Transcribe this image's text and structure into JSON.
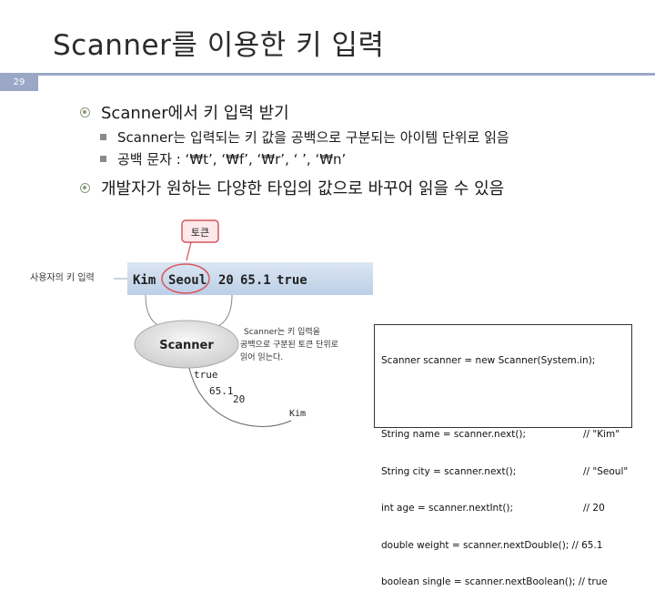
{
  "slide": {
    "title": "Scanner를 이용한 키 입력",
    "page_number": "29",
    "accent_color": "#9aa7c7"
  },
  "bullets": [
    {
      "text": "Scanner에서 키 입력 받기",
      "sub": [
        "Scanner는 입력되는 키 값을 공백으로 구분되는 아이템 단위로 읽음",
        "공백 문자 : ‘₩t’, ‘₩f’, ‘₩r’, ‘ ’, ‘₩n’"
      ]
    },
    {
      "text": "개발자가 원하는 다양한 타입의 값으로 바꾸어 읽을 수 있음",
      "sub": []
    }
  ],
  "diagram": {
    "token_label": "토큰",
    "user_input_label": "사용자의 키 입력",
    "input_tokens": [
      "Kim",
      "Seoul",
      "20",
      "65.1",
      "true"
    ],
    "scanner_label": "Scanner",
    "scanner_note": [
      "Scanner는 키 입력을",
      "공백으로 구분된 토큰 단위로",
      "읽어 읽는다."
    ],
    "output_tokens": [
      "true",
      "65.1",
      "20",
      "Kim"
    ]
  },
  "code": {
    "lines": [
      {
        "code": "Scanner scanner = new Scanner(System.in);",
        "comment": ""
      },
      {
        "code": "",
        "comment": ""
      },
      {
        "code": "String name = scanner.next();",
        "comment": "// \"Kim\""
      },
      {
        "code": "String city = scanner.next();",
        "comment": "// \"Seoul\""
      },
      {
        "code": "int age = scanner.nextInt();",
        "comment": "// 20"
      },
      {
        "code": "double weight = scanner.nextDouble(); // 65.1",
        "comment": ""
      },
      {
        "code": "boolean single = scanner.nextBoolean(); // true",
        "comment": ""
      }
    ]
  }
}
